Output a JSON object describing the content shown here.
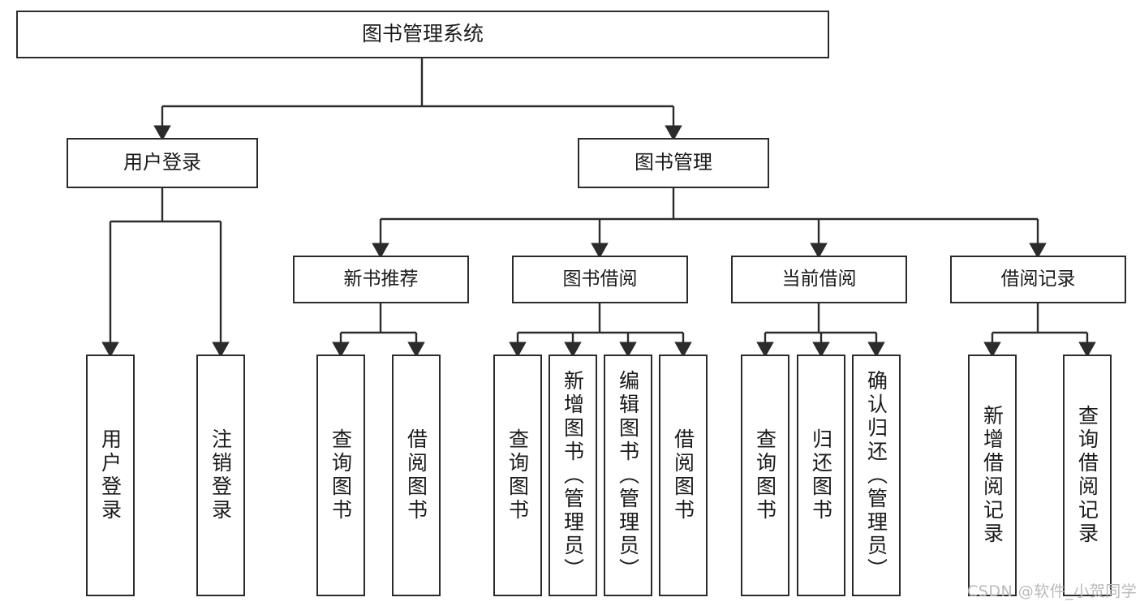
{
  "diagram": {
    "title": "图书管理系统",
    "type": "tree",
    "background_color": "#ffffff",
    "line_color": "#2b2b2b",
    "text_color": "#1a1a1a"
  },
  "root": {
    "label": "图书管理系统"
  },
  "level2": [
    {
      "label": "用户登录"
    },
    {
      "label": "图书管理"
    }
  ],
  "level3": [
    {
      "label": "新书推荐"
    },
    {
      "label": "图书借阅"
    },
    {
      "label": "当前借阅"
    },
    {
      "label": "借阅记录"
    }
  ],
  "leaves": {
    "user_login": [
      {
        "label": "用户登录"
      },
      {
        "label": "注销登录"
      }
    ],
    "new_book_recommend": [
      {
        "label": "查询图书"
      },
      {
        "label": "借阅图书"
      }
    ],
    "book_borrow": [
      {
        "label": "查询图书"
      },
      {
        "label": "新增图书（管理员）"
      },
      {
        "label": "编辑图书（管理员）"
      },
      {
        "label": "借阅图书"
      }
    ],
    "current_borrow": [
      {
        "label": "查询图书"
      },
      {
        "label": "归还图书"
      },
      {
        "label": "确认归还（管理员）"
      }
    ],
    "borrow_record": [
      {
        "label": "新增借阅记录"
      },
      {
        "label": "查询借阅记录"
      }
    ]
  },
  "watermark": {
    "text": "CSDN @软件_小贺同学"
  }
}
